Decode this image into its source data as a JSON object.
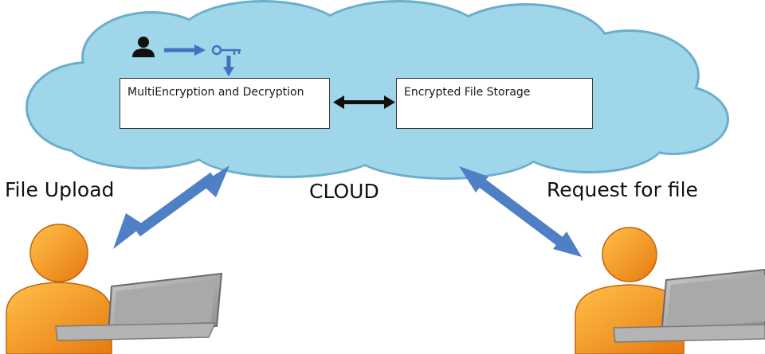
{
  "diagram": {
    "labels": {
      "file_upload": "File Upload",
      "cloud": "CLOUD",
      "request_for_file": "Request for file"
    },
    "boxes": {
      "encryption": "MultiEncryption and Decryption",
      "storage": "Encrypted File Storage"
    },
    "icons": [
      "user-icon",
      "key-icon",
      "laptop-user-icon"
    ]
  },
  "colors": {
    "cloud_fill": "#9fd6ea",
    "cloud_outline": "#6aaecb",
    "arrow_blue": "#4f7fc4",
    "person_orange": "#f2901c"
  }
}
